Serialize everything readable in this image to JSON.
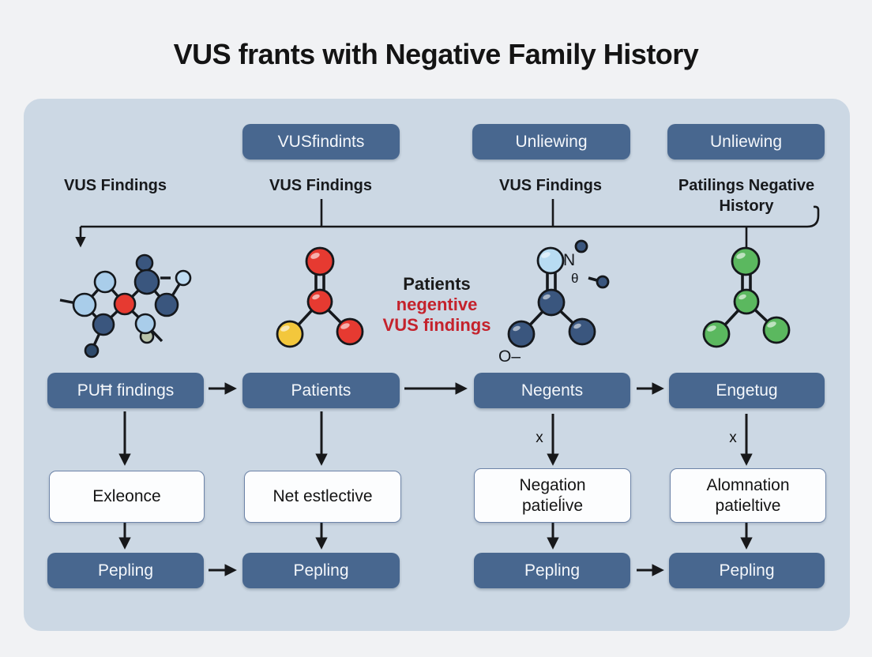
{
  "title": "VUS frants with Negative Family History",
  "top_buttons": [
    {
      "label": "VUSfindints"
    },
    {
      "label": "Unliewing"
    },
    {
      "label": "Unliewing"
    }
  ],
  "column_labels": [
    {
      "text": "VUS Findings"
    },
    {
      "text": "VUS Findings"
    },
    {
      "text": "VUS Findings"
    },
    {
      "text": "Patilings Negative\nHistory"
    }
  ],
  "center_note": {
    "line1": "Patients",
    "line2": "negentive",
    "line3": "VUS findings"
  },
  "stage_buttons": [
    {
      "label": "PUĦ findings"
    },
    {
      "label": "Patients"
    },
    {
      "label": "Negents"
    },
    {
      "label": "Engetug"
    }
  ],
  "x_marks": {
    "col3": "x",
    "col4": "x"
  },
  "result_boxes": [
    {
      "text": "Exleonce"
    },
    {
      "text": "Net estlective"
    },
    {
      "text": "Negation\npatieĺive"
    },
    {
      "text": "Alomnation\npatieltive"
    }
  ],
  "final_buttons": [
    {
      "label": "Pepling"
    },
    {
      "label": "Pepling"
    },
    {
      "label": "Pepling"
    },
    {
      "label": "Pepling"
    }
  ],
  "molecules": {
    "m3": {
      "n_label": "N",
      "theta_label": "θ",
      "o_label": "O–"
    }
  },
  "colors": {
    "panel": "#ccd8e4",
    "node_blue": "#48678f",
    "alert_red": "#c4222c",
    "atom_dark_blue": "#3a567e",
    "atom_light_blue": "#a9cdea",
    "atom_red": "#e63a31",
    "atom_yellow": "#f3c73c",
    "atom_green": "#5bb85f"
  }
}
